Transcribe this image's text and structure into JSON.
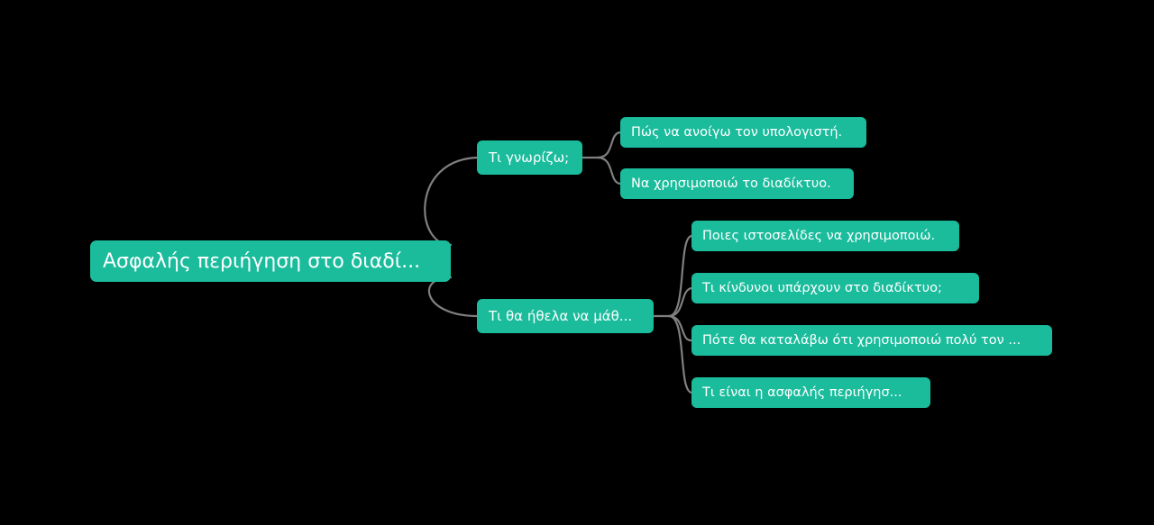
{
  "canvas": {
    "background_color": "#000000",
    "node_color": "#1abc9c",
    "node_text_color": "#ffffff",
    "connector_color": "#808080"
  },
  "mindmap": {
    "root": {
      "label": "Ασφαλής περιήγηση στο διαδί...",
      "truncated": true
    },
    "branches": [
      {
        "label": "Τι γνωρίζω;",
        "children": [
          {
            "label": "Πώς να ανοίγω τον υπολογιστή."
          },
          {
            "label": "Να χρησιμοποιώ το διαδίκτυο."
          }
        ]
      },
      {
        "label": "Τι θα ήθελα  να μάθ...",
        "truncated": true,
        "children": [
          {
            "label": "Ποιες ιστοσελίδες να χρησιμοποιώ."
          },
          {
            "label": "Τι κίνδυνοι υπάρχουν στο διαδίκτυο;"
          },
          {
            "label": "Πότε θα καταλάβω ότι χρησιμοποιώ πολύ τον ...",
            "truncated": true
          },
          {
            "label": "Τι είναι η ασφαλής περιήγησ...",
            "truncated": true
          }
        ]
      }
    ]
  }
}
